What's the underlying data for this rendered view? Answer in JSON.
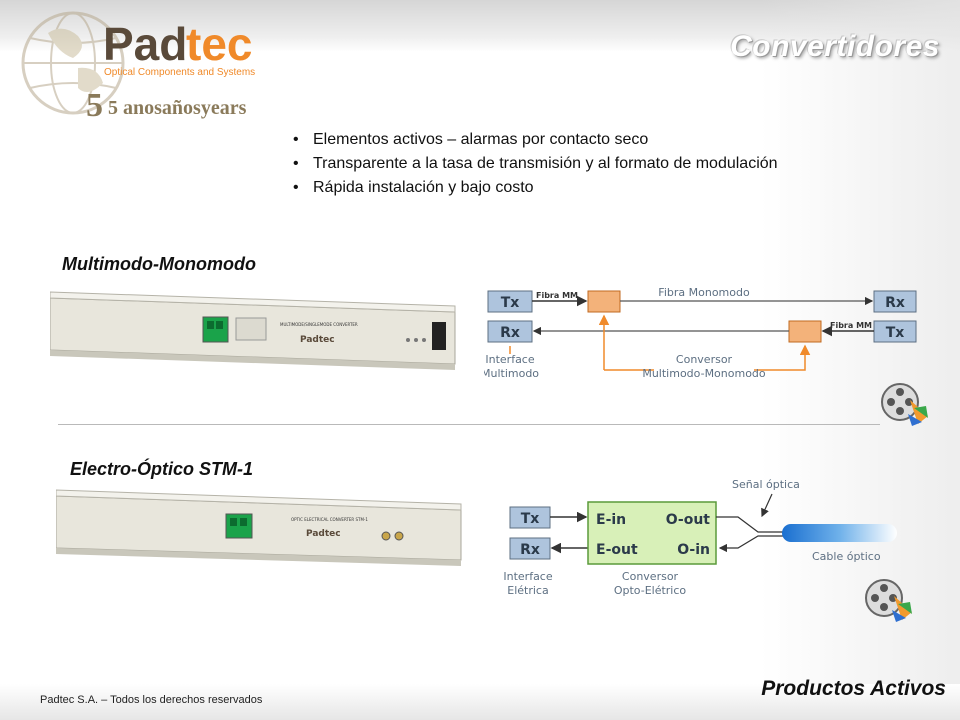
{
  "slide": {
    "title": "Convertidores",
    "logo": {
      "name": "Padtec",
      "tagline": "Optical Components and Systems",
      "anniversary": "5 anosañosyears"
    },
    "bullets": [
      "Elementos activos – alarmas por contacto seco",
      "Transparente a la  tasa de transmisión y al formato de modulación",
      "Rápida instalación y bajo costo"
    ],
    "section1": {
      "heading": "Multimodo-Monomodo",
      "device": {
        "panel_text": "MULTIMODE/SINGLEMODE CONVERTER",
        "brand": "Padtec"
      },
      "diagram": {
        "tx_left": "Tx",
        "rx_left": "Rx",
        "rx_right": "Rx",
        "tx_right": "Tx",
        "fibra_mm_1": "Fibra MM",
        "fibra_mm_2": "Fibra MM",
        "fibra_monomodo": "Fibra Monomodo",
        "interface_l1": "Interface",
        "interface_l2": "Multimodo",
        "conversor_l1": "Conversor",
        "conversor_l2": "Multimodo-Monomodo"
      }
    },
    "section2": {
      "heading": "Electro-Óptico STM-1",
      "device": {
        "panel_text": "OPTIC ELECTRICAL CONVERTER STM-1",
        "brand": "Padtec"
      },
      "diagram": {
        "tx": "Tx",
        "rx": "Rx",
        "e_in": "E-in",
        "e_out": "E-out",
        "o_out": "O-out",
        "o_in": "O-in",
        "senal_optica": "Señal óptica",
        "cable_optico": "Cable óptico",
        "interface_l1": "Interface",
        "interface_l2": "Elétrica",
        "conversor_l1": "Conversor",
        "conversor_l2": "Opto-Elétrico"
      }
    },
    "footer": {
      "copyright": "Padtec S.A. – Todos los derechos reservados",
      "label": "Productos Activos"
    },
    "colors": {
      "accent_orange": "#f08a2a",
      "converter_green": "#d8f0b8",
      "box_blue": "#aec4dd",
      "text_blue_gray": "#5d6f82"
    }
  }
}
